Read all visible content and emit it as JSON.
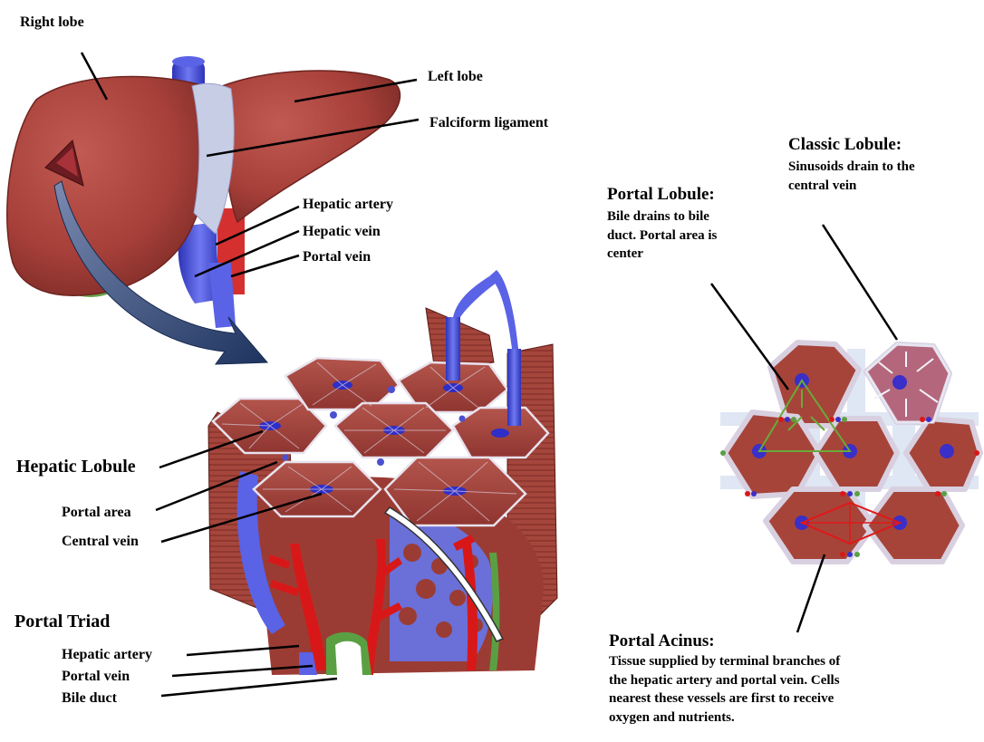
{
  "labels": {
    "right_lobe": "Right lobe",
    "left_lobe": "Left lobe",
    "falciform_ligament": "Falciform ligament",
    "hepatic_artery_top": "Hepatic artery",
    "hepatic_vein": "Hepatic vein",
    "portal_vein_top": "Portal vein",
    "hepatic_lobule": "Hepatic Lobule",
    "portal_area": "Portal area",
    "central_vein": "Central vein",
    "portal_triad": "Portal Triad",
    "hepatic_artery_bottom": "Hepatic artery",
    "portal_vein_bottom": "Portal vein",
    "bile_duct": "Bile duct"
  },
  "lobule_types": {
    "classic": {
      "title": "Classic Lobule:",
      "desc_1": "Sinusoids drain to the",
      "desc_2": "central vein"
    },
    "portal": {
      "title": "Portal Lobule:",
      "desc_1": "Bile drains to bile",
      "desc_2": "duct.  Portal area is",
      "desc_3": "center"
    },
    "acinus": {
      "title": "Portal Acinus:",
      "desc_1": "Tissue supplied by terminal branches of",
      "desc_2": "the hepatic artery and portal vein.  Cells",
      "desc_3": "nearest these vessels are first to receive",
      "desc_4": "oxygen and nutrients."
    }
  },
  "colors": {
    "liver": "#a8403a",
    "vein_blue": "#3a3fd6",
    "artery_red": "#d81818",
    "bile_green": "#5aa043",
    "ligament": "#c8cde6"
  }
}
